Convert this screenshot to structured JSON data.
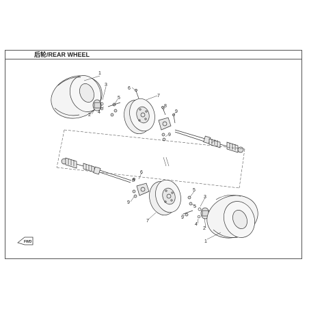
{
  "title": "后轮/REAR WHEEL",
  "nav_label": "FWD",
  "callouts": {
    "upper": {
      "tire": "1",
      "hub": "2",
      "nut": "3",
      "washer": "4",
      "studs": "5",
      "bolt_top": "6",
      "rim": "7",
      "bolt_left": "8",
      "bolt_right": "9",
      "shaft": "9"
    },
    "lower": {
      "tire": "1",
      "hub": "2",
      "nut": "3",
      "washer": "4",
      "studs": "5",
      "bolt_top": "6",
      "rim": "7",
      "bolt_left": "8",
      "bolt_right": "9",
      "shaft": "9"
    }
  },
  "colors": {
    "line": "#333333",
    "tire_fill": "#f4f4f4",
    "metal_fill": "#e6e6e6"
  }
}
